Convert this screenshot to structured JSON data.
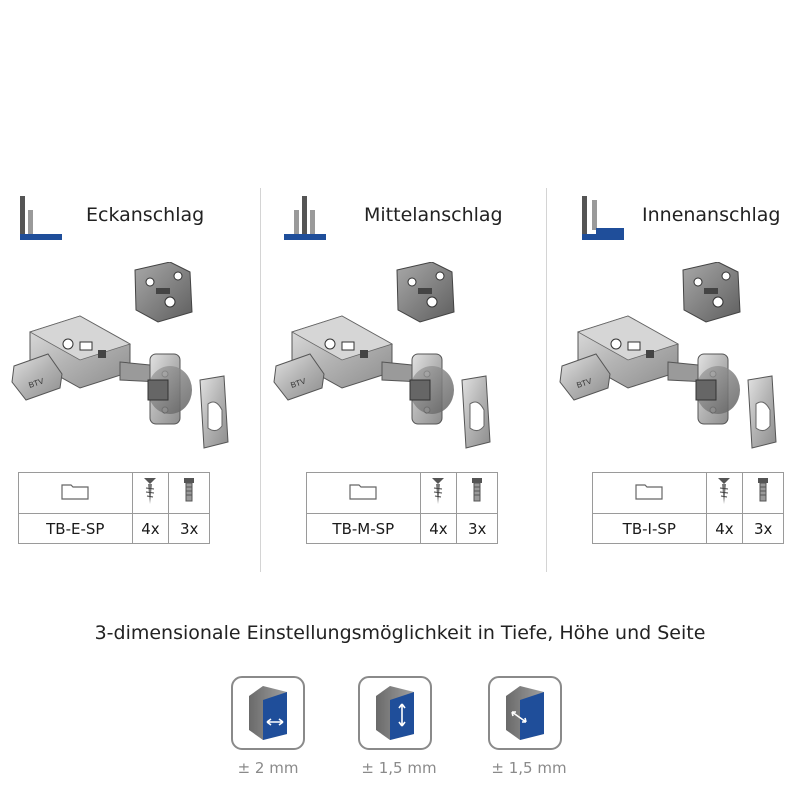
{
  "columns": [
    {
      "title": "Eckanschlag",
      "article": "TB-E-SP",
      "screw_count": "4x",
      "bolt_count": "3x",
      "cover_label": "BTV"
    },
    {
      "title": "Mittelanschlag",
      "article": "TB-M-SP",
      "screw_count": "4x",
      "bolt_count": "3x",
      "cover_label": "BTV"
    },
    {
      "title": "Innenanschlag",
      "article": "TB-I-SP",
      "screw_count": "4x",
      "bolt_count": "3x",
      "cover_label": "BTV"
    }
  ],
  "caption": "3-dimensionale Einstellungsmöglichkeit in Tiefe, Höhe und Seite",
  "adjustments": [
    {
      "icon": "depth-adjustment-icon",
      "tolerance": "± 2 mm"
    },
    {
      "icon": "height-adjustment-icon",
      "tolerance": "± 1,5 mm"
    },
    {
      "icon": "side-adjustment-icon",
      "tolerance": "± 1,5 mm"
    }
  ],
  "colors": {
    "accent_blue": "#1f4e9a",
    "metal": "#b8b8b8",
    "text": "#222222",
    "border": "#9a9a9a"
  }
}
